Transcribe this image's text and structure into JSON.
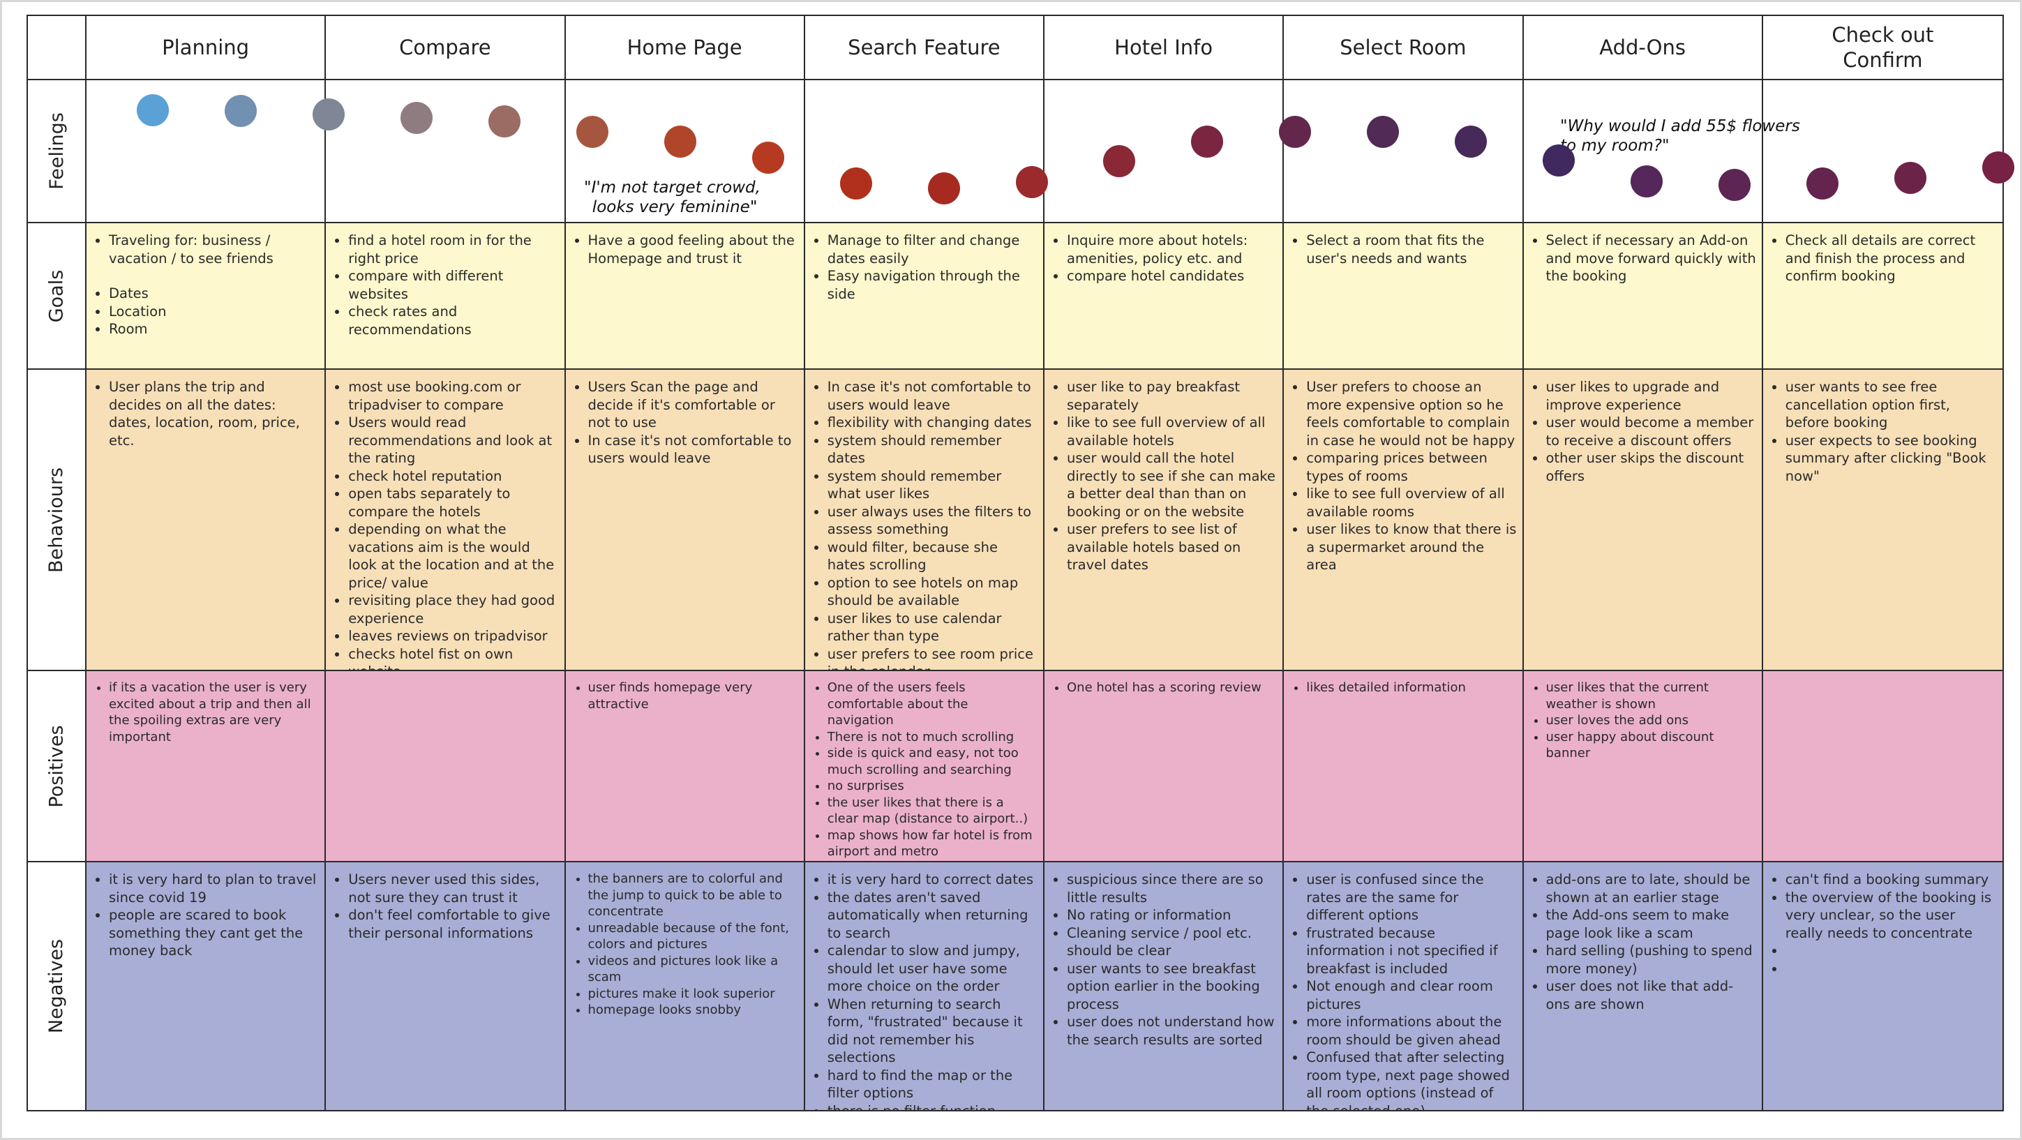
{
  "columns": [
    "Planning",
    "Compare",
    "Home Page",
    "Search Feature",
    "Hotel Info",
    "Select Room",
    "Add-Ons",
    "Check out\nConfirm"
  ],
  "row_labels": {
    "feelings": "Feelings",
    "goals": "Goals",
    "behaviours": "Behaviours",
    "positives": "Positives",
    "negatives": "Negatives"
  },
  "feelings": {
    "quotes": [
      {
        "text": "\"I'm not target crowd,\n looks very feminine\""
      },
      {
        "text": "\"Why would I add 55$ flowers\nto my room?\""
      }
    ],
    "dots": [
      {
        "color": "#5aa1d6",
        "level": 0.83
      },
      {
        "color": "#7290b2",
        "level": 0.82
      },
      {
        "color": "#7f8696",
        "level": 0.79
      },
      {
        "color": "#8e7c80",
        "level": 0.76
      },
      {
        "color": "#9a6c63",
        "level": 0.73
      },
      {
        "color": "#a6563f",
        "level": 0.64
      },
      {
        "color": "#b1452a",
        "level": 0.56
      },
      {
        "color": "#b63a22",
        "level": 0.42
      },
      {
        "color": "#b0301c",
        "level": 0.2
      },
      {
        "color": "#a72a20",
        "level": 0.16
      },
      {
        "color": "#9a2a2c",
        "level": 0.21
      },
      {
        "color": "#8a2836",
        "level": 0.39
      },
      {
        "color": "#7a2640",
        "level": 0.56
      },
      {
        "color": "#64274c",
        "level": 0.64
      },
      {
        "color": "#512a56",
        "level": 0.64
      },
      {
        "color": "#47295a",
        "level": 0.56
      },
      {
        "color": "#3f295e",
        "level": 0.4
      },
      {
        "color": "#55275a",
        "level": 0.22
      },
      {
        "color": "#5d2554",
        "level": 0.19
      },
      {
        "color": "#64244e",
        "level": 0.2
      },
      {
        "color": "#6c2348",
        "level": 0.25
      },
      {
        "color": "#772244",
        "level": 0.34
      }
    ]
  },
  "goals": [
    [
      "Traveling for: business / vacation / to see friends",
      "",
      "Dates",
      "Location",
      "Room"
    ],
    [
      "find a hotel room in for the right price",
      "compare with different websites",
      "check rates and recommendations"
    ],
    [
      "Have a good feeling about the Homepage and trust it"
    ],
    [
      "Manage to filter and change dates easily",
      "Easy navigation through the side"
    ],
    [
      "Inquire more about hotels: amenities, policy etc. and",
      "compare hotel candidates"
    ],
    [
      "Select a room that fits the user's needs and wants"
    ],
    [
      "Select if necessary an Add-on and move forward quickly with the booking"
    ],
    [
      "Check all details are correct and finish the process and confirm booking"
    ]
  ],
  "behaviours": [
    [
      "User plans the trip and decides on all the dates: dates, location, room, price, etc."
    ],
    [
      "most use booking.com or tripadviser to compare",
      "Users would read recommendations and look at the rating",
      "check hotel reputation",
      "open tabs separately to compare the hotels",
      "depending on what the vacations aim is the would look at the location and at the price/ value",
      "revisiting place they had good experience",
      "leaves reviews on tripadvisor",
      "checks hotel fist on own website"
    ],
    [
      "Users Scan the page and decide if it's comfortable or not to use",
      "In case it's not comfortable to users would leave"
    ],
    [
      "In case it's not comfortable to users would leave",
      "flexibility with changing dates",
      "system should remember dates",
      "system should remember what user likes",
      "user always uses the filters to assess something",
      "would filter, because she hates scrolling",
      "option to see hotels on map should be available",
      "user likes to use calendar rather than type",
      "user prefers to see room price in the calendar"
    ],
    [
      " user like to pay breakfast separately",
      "like to see full overview of all available hotels",
      "user would call the hotel directly to see if she can make a better deal than than on booking or on the website",
      "user prefers to see list of available hotels based on travel dates"
    ],
    [
      " User prefers to choose an more expensive option so he feels comfortable to complain in case he would not be happy",
      "comparing prices between types of rooms",
      "like to see full overview of all available rooms",
      "user likes to know that there is a supermarket around the area"
    ],
    [
      "user likes to upgrade and improve experience",
      "user would become a member to receive a discount offers",
      "other user skips the discount offers"
    ],
    [
      "user wants to see free cancellation option first, before booking",
      "user expects to see booking summary after clicking \"Book now\""
    ]
  ],
  "positives": [
    [
      "if its a vacation the user is very excited about a trip and then all the spoiling extras are very important"
    ],
    [],
    [
      "user finds homepage very attractive"
    ],
    [
      "One of the users feels comfortable about the navigation",
      "There is not to much scrolling",
      "side is quick and easy, not too much scrolling and searching",
      "no surprises",
      "the user likes that there is a clear map (distance to airport..)",
      "map shows how far hotel is from airport and metro"
    ],
    [
      " One hotel has a scoring review"
    ],
    [
      "likes detailed information"
    ],
    [
      "user likes that the current weather is shown",
      "user loves the add ons",
      "user happy about discount banner"
    ],
    []
  ],
  "negatives": [
    [
      "it is very hard to plan to travel since covid 19",
      "people are scared to book something they cant get the money back"
    ],
    [
      "Users never used this sides, not sure they can trust it",
      "don't feel comfortable to give their personal informations"
    ],
    [
      "the banners are to colorful and the jump to quick to be able to concentrate",
      "unreadable because of the font, colors and pictures",
      "videos and pictures look like a scam",
      "pictures make it look superior",
      "homepage looks snobby"
    ],
    [
      "it is very hard to correct dates",
      "the dates aren't saved automatically when returning to search",
      "calendar to slow and jumpy, should let user have some more choice on the order",
      "When returning to search form, \"frustrated\" because it did not remember his selections",
      "hard to find the map or the filter options",
      "there is no filter function"
    ],
    [
      "suspicious since there are so little results",
      "No rating or information",
      "Cleaning service / pool etc. should be clear",
      "user wants to see breakfast option earlier in the booking process",
      "user does not understand how the search results are sorted"
    ],
    [
      "user is confused since the rates are the same for different options",
      "frustrated because information i not specified if breakfast is included",
      "Not enough and clear room pictures",
      "more informations about the room should be given ahead",
      "Confused that after selecting room type, next page showed all room options (instead of the selected one)"
    ],
    [
      "add-ons are to late, should be shown at an earlier stage",
      "the Add-ons seem to make page look like a scam",
      "hard selling (pushing to spend more money)",
      "user does not like that add-ons are shown"
    ],
    [
      "can't find a booking summary",
      "the overview of the booking is very unclear, so the user really needs to concentrate",
      "",
      ""
    ]
  ]
}
